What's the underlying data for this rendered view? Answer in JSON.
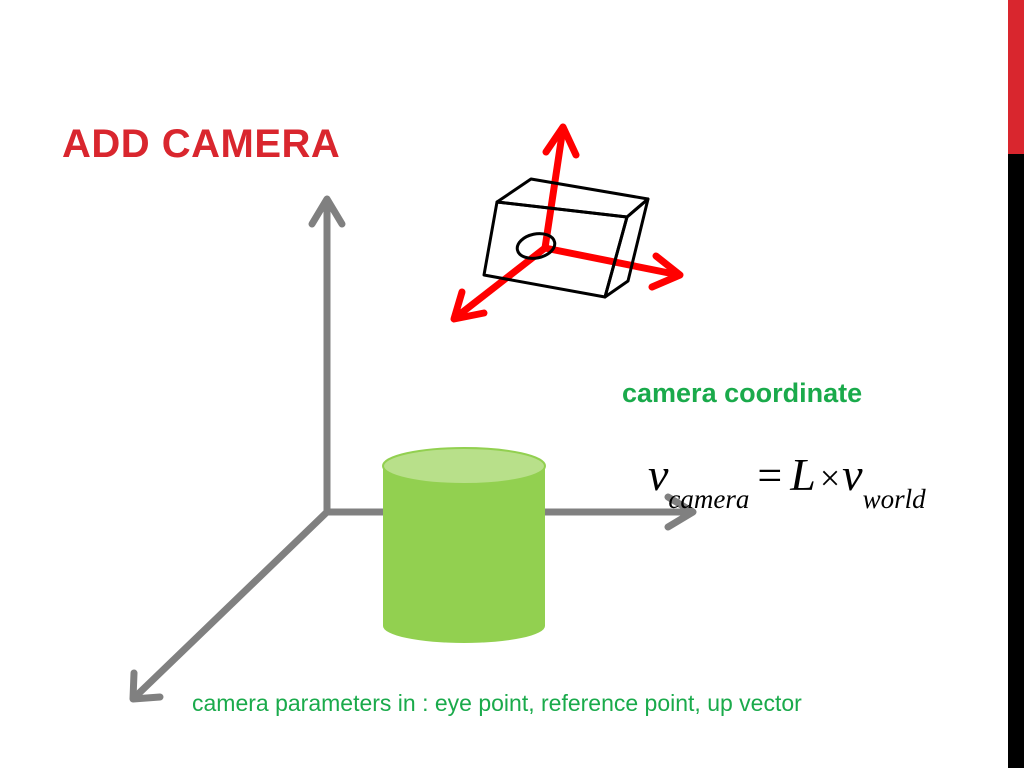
{
  "slide": {
    "title": "ADD CAMERA",
    "accent_color": "#d9262e",
    "text_green": "#1aaa4b"
  },
  "diagram": {
    "world_axes_color": "#808080",
    "camera_axes_color": "#ff0000",
    "cylinder_color": "#92d050",
    "camera_label": "camera coordinate",
    "equation": {
      "lhs_var": "v",
      "lhs_sub": "camera",
      "equals": "=",
      "matrix": "L",
      "times": "×",
      "rhs_var": "v",
      "rhs_sub": "world"
    }
  },
  "footer": {
    "caption": "camera parameters in : eye point, reference point, up vector"
  },
  "icons": [
    "world-axes-icon",
    "camera-box-icon",
    "camera-axes-icon",
    "cylinder-object-icon"
  ]
}
